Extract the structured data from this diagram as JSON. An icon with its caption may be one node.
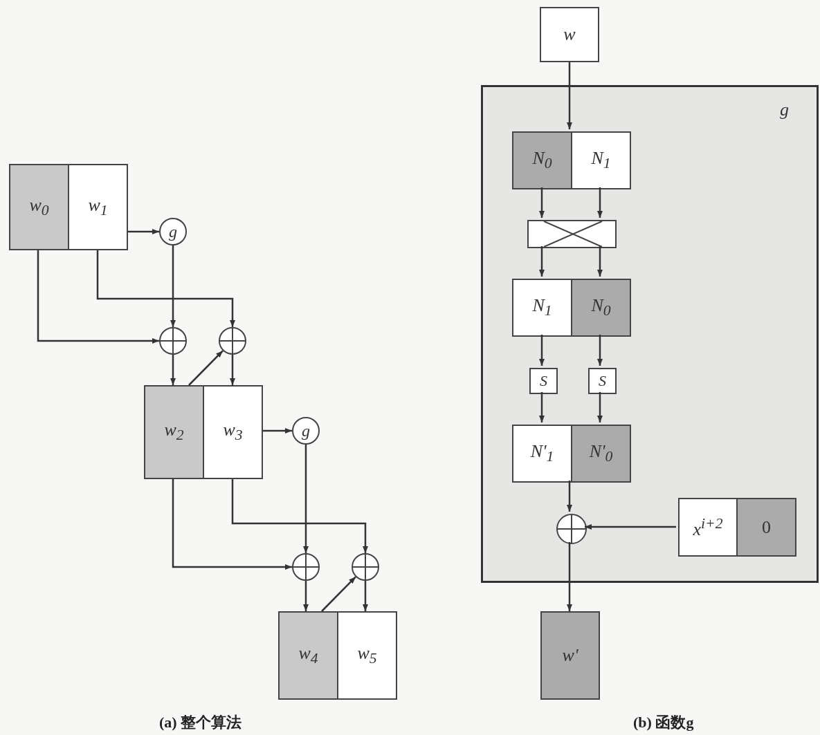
{
  "diagram": {
    "nodes": [
      {
        "text": [
          "w$_{0}$"
        ]
      },
      {
        "text": [
          "w$_{1}$"
        ]
      },
      {
        "text": [
          "g"
        ]
      },
      {
        "text": [],
        "shape": "circle"
      },
      {
        "text": [],
        "shape": "circle"
      },
      {
        "text": [
          "w$_{2}$"
        ]
      },
      {
        "text": [
          "w$_{3}$"
        ]
      },
      {
        "text": [
          "g"
        ]
      },
      {
        "text": [],
        "shape": "circle"
      },
      {
        "text": [],
        "shape": "circle"
      },
      {
        "text": [
          "w$_{4}$"
        ]
      },
      {
        "text": [
          "w$_{5}$"
        ]
      },
      {
        "text": [
          "w"
        ]
      },
      {
        "text": [
          "g"
        ]
      },
      {
        "text": [
          "N$_{0}$"
        ],
        "in": 13
      },
      {
        "text": [
          "N$_{1}$"
        ],
        "in": 13
      },
      {
        "text": [],
        "shape": "box",
        "in": 13
      },
      {
        "text": [
          "N$_{1}$"
        ],
        "in": 13
      },
      {
        "text": [
          "N$_{0}$"
        ],
        "in": 13
      },
      {
        "text": [
          "S"
        ],
        "in": 13
      },
      {
        "text": [
          "S"
        ],
        "in": 13
      },
      {
        "text": [
          "N'$_{1}$"
        ],
        "in": 13
      },
      {
        "text": [
          "N'$_{0}$"
        ],
        "in": 13
      },
      {
        "text": [],
        "shape": "circle",
        "in": 13
      },
      {
        "text": [
          "x$^{i+2}$"
        ],
        "in": 13
      },
      {
        "text": [
          "0"
        ],
        "in": 13
      },
      {
        "text": [
          "w'"
        ]
      }
    ],
    "edges": [
      {
        "from": 1,
        "to": 2,
        "arrow": "to"
      },
      {
        "from": 0,
        "to": 3,
        "arrow": "to"
      },
      {
        "from": 1,
        "to": 4,
        "arrow": "to"
      },
      {
        "from": 2,
        "to": 3,
        "arrow": "to"
      },
      {
        "from": 3,
        "to": 5,
        "arrow": "to"
      },
      {
        "from": 4,
        "to": 6,
        "arrow": "to"
      },
      {
        "from": 5,
        "to": 4,
        "arrow": "to"
      },
      {
        "from": 6,
        "to": 7,
        "arrow": "to"
      },
      {
        "from": 5,
        "to": 8,
        "arrow": "to"
      },
      {
        "from": 6,
        "to": 9,
        "arrow": "to"
      },
      {
        "from": 7,
        "to": 8,
        "arrow": "to"
      },
      {
        "from": 8,
        "to": 10,
        "arrow": "to"
      },
      {
        "from": 9,
        "to": 11,
        "arrow": "to"
      },
      {
        "from": 10,
        "to": 9,
        "arrow": "to"
      },
      {
        "from": 12,
        "to": 14,
        "arrow": "to"
      },
      {
        "from": 14,
        "to": 16,
        "arrow": "to"
      },
      {
        "from": 15,
        "to": 16,
        "arrow": "to"
      },
      {
        "from": 16,
        "to": 17,
        "arrow": "to"
      },
      {
        "from": 16,
        "to": 18,
        "arrow": "to"
      },
      {
        "from": 17,
        "to": 19,
        "arrow": "to"
      },
      {
        "from": 18,
        "to": 20,
        "arrow": "to"
      },
      {
        "from": 19,
        "to": 21,
        "arrow": "to"
      },
      {
        "from": 20,
        "to": 22,
        "arrow": "to"
      },
      {
        "from": 21,
        "to": 23,
        "arrow": "to"
      },
      {
        "from": 24,
        "to": 23,
        "arrow": "to"
      },
      {
        "from": 23,
        "to": 26,
        "arrow": "to"
      }
    ],
    "labels": [
      "(a) 整个算法",
      "(b) 函数g"
    ]
  }
}
